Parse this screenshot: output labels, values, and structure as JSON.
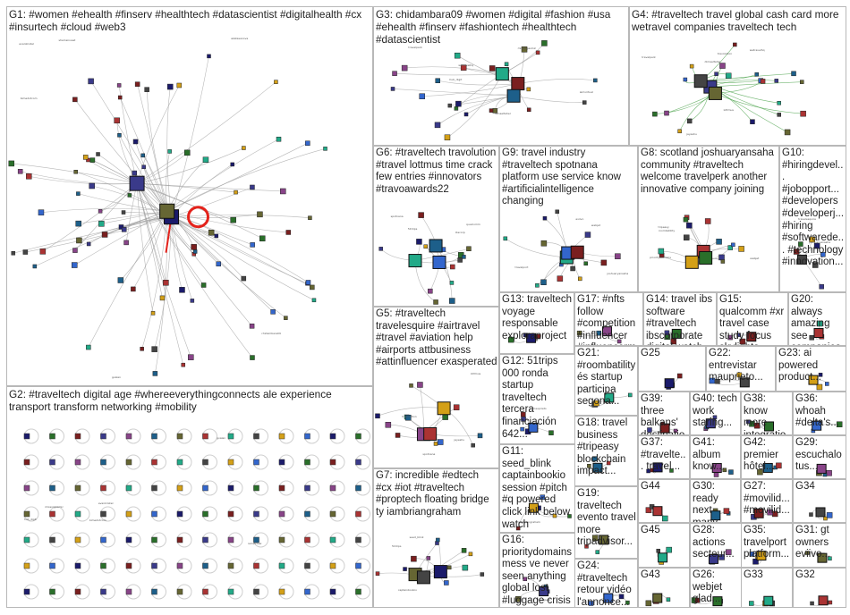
{
  "graph": {
    "groups": [
      {
        "id": "G1",
        "label": "G1: #women #ehealth #finserv #healthtech #datascientist #digitalhealth #cx #insurtech #cloud #web3"
      },
      {
        "id": "G2",
        "label": "G2: #traveltech digital age #whereeverythingconnects ale experience transport transform networking #mobility"
      },
      {
        "id": "G3",
        "label": "G3: chidambara09 #women #digital #fashion #usa #ehealth #finserv #fashiontech #healthtech #datascientist"
      },
      {
        "id": "G4",
        "label": "G4: #traveltech travel global cash card more wetravel companies traveltech tech"
      },
      {
        "id": "G5",
        "label": "G5: #traveltech travelesquire #airtravel #travel #aviation help #airports attbusiness #attinfluencer exasperated"
      },
      {
        "id": "G6",
        "label": "G6: #traveltech travolution #travel lottmus time crack few entries #innovators #travoawards22"
      },
      {
        "id": "G7",
        "label": "G7: incredible #edtech #cx #iot #traveltech #proptech floating bridge ty iambriangraham"
      },
      {
        "id": "G8",
        "label": "G8: scotland joshuaryansaha community #traveltech welcome travelperk another innovative company joining"
      },
      {
        "id": "G9",
        "label": "G9: travel industry #traveltech spotnana platform use service know #artificialintelligence changing"
      },
      {
        "id": "G10",
        "label": "G10: #hiringdevel... #jobopport... #developers #developerj... #hiring #softwarede... #technology #innovation..."
      },
      {
        "id": "G11",
        "label": "G11: seed_blink captainbookio session #pitch #q powered click link below watch"
      },
      {
        "id": "G12",
        "label": "G12: 51trips 000 ronda startup traveltech tercera financiación 642..."
      },
      {
        "id": "G13",
        "label": "G13: traveltech voyage responsable exploraproject"
      },
      {
        "id": "G14",
        "label": "G14: travel ibs software #traveltech ibscorporate digital watch redefining..."
      },
      {
        "id": "G15",
        "label": "G15: qualcomm #xr travel case study focus skylights alaskaair..."
      },
      {
        "id": "G16",
        "label": "G16: prioritydomains mess ve never seen anything global lost #luggage crisis"
      },
      {
        "id": "G17",
        "label": "G17: #nfts follow #competition #influencer #influencerm... #fridayfeeling..."
      },
      {
        "id": "G18",
        "label": "G18: travel business #tripeasy blockchain impact..."
      },
      {
        "id": "G19",
        "label": "G19: traveltech evento travel more tripadvisor..."
      },
      {
        "id": "G20",
        "label": "G20: always amazing see companies utilize..."
      },
      {
        "id": "G21",
        "label": "G21: #roombatility és startup participa segona..."
      },
      {
        "id": "G22",
        "label": "G22: entrevistar mauprieto..."
      },
      {
        "id": "G23",
        "label": "G23: ai powered product..."
      },
      {
        "id": "G24",
        "label": "G24: #traveltech retour vidéo l'annonce..."
      },
      {
        "id": "G25",
        "label": "G25"
      },
      {
        "id": "G26",
        "label": "G26: webjet glad..."
      },
      {
        "id": "G27",
        "label": "G27: #movilid... #movilid..."
      },
      {
        "id": "G28",
        "label": "G28: actions secteur..."
      },
      {
        "id": "G29",
        "label": "G29: escuchalo tus..."
      },
      {
        "id": "G30",
        "label": "G30: ready next many..."
      },
      {
        "id": "G31",
        "label": "G31: gt owners eviivo..."
      },
      {
        "id": "G32",
        "label": "G32"
      },
      {
        "id": "G33",
        "label": "G33"
      },
      {
        "id": "G34",
        "label": "G34"
      },
      {
        "id": "G35",
        "label": "G35: travelport platform..."
      },
      {
        "id": "G36",
        "label": "G36: whoah #delta's..."
      },
      {
        "id": "G37",
        "label": "G37: #travelte... travel..."
      },
      {
        "id": "G38",
        "label": "G38: know more integratio..."
      },
      {
        "id": "G39",
        "label": "G39: three balkans' destinatio..."
      },
      {
        "id": "G40",
        "label": "G40: tech work staring..."
      },
      {
        "id": "G41",
        "label": "G41: album know..."
      },
      {
        "id": "G42",
        "label": "G42: premier hôtel..."
      },
      {
        "id": "G43",
        "label": "G43"
      },
      {
        "id": "G44",
        "label": "G44"
      },
      {
        "id": "G45",
        "label": "G45"
      }
    ],
    "node_tags": [
      "shamsinvest",
      "chidambara09",
      "akatasanova",
      "bimedotcom",
      "gvalan",
      "evankirstel",
      "missorgasmic",
      "hub_digit",
      "iamvirtual",
      "dimaeltaher",
      "wetravelhq",
      "travelperk",
      "jayeshu",
      "travolution",
      "lottmus",
      "spotnana",
      "ibscorp",
      "qualcomm",
      "51trips",
      "seed_blink",
      "captainbookio",
      "prioritydomains",
      "tripeasy",
      "roombatility",
      "webjet",
      "travelport",
      "eviivo",
      "joshuaryansaha",
      "travelesquire",
      "attbusiness",
      "iambriangraham",
      "exploraproject",
      "alaskaair",
      "mauprieto"
    ]
  }
}
